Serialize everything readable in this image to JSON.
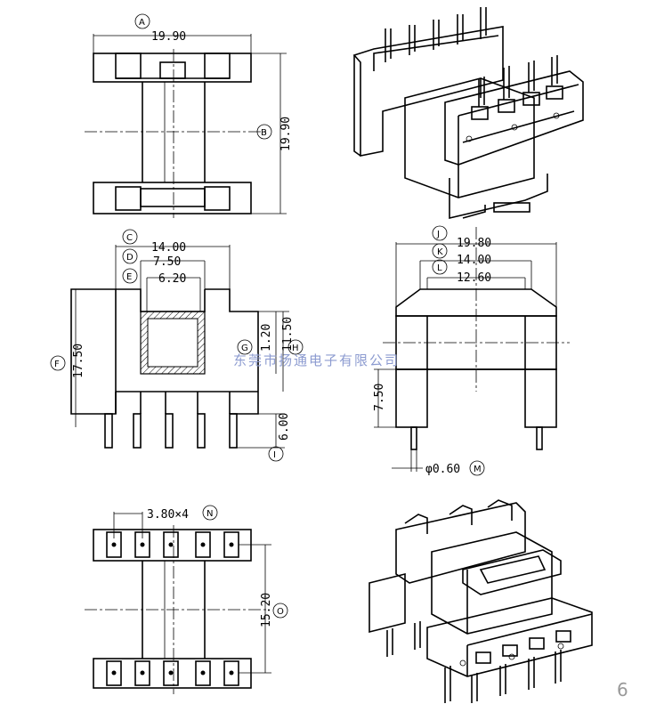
{
  "dimensions": {
    "A": "19.90",
    "B": "19.90",
    "C": "14.00",
    "D": "7.50",
    "E": "6.20",
    "F": "17.50",
    "G": "1.20",
    "H": "11.50",
    "I": "6.00",
    "J": "19.80",
    "K": "14.00",
    "L": "12.60",
    "side_height": "7.50",
    "M": "φ0.60",
    "N": "3.80×4",
    "O": "15.20"
  },
  "callouts": {
    "A": "A",
    "B": "B",
    "C": "C",
    "D": "D",
    "E": "E",
    "F": "F",
    "G": "G",
    "H": "H",
    "I": "I",
    "J": "J",
    "K": "K",
    "L": "L",
    "M": "M",
    "N": "N",
    "O": "O"
  },
  "watermark": "东莞市扬通电子有限公司",
  "page_number": "6",
  "colors": {
    "line": "#000000",
    "watermark": "#8c9bd0",
    "page_number": "#999999"
  }
}
